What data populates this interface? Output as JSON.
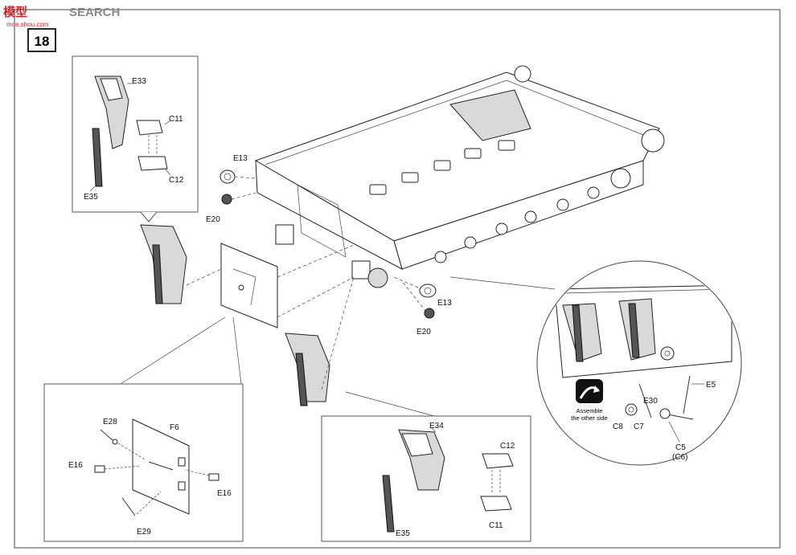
{
  "watermark": {
    "brand_left": "模型",
    "brand_right": "SEARCH",
    "url": "moe.shou.com"
  },
  "step": {
    "number": "18"
  },
  "callouts": {
    "assemble_line1": "Assemble",
    "assemble_line2": "the other side"
  },
  "labels": {
    "tl_E33": "E33",
    "tl_C11": "C11",
    "tl_C12": "C12",
    "tl_E35": "E35",
    "main_E13_top": "E13",
    "main_E20_top": "E20",
    "main_E13_bottom": "E13",
    "main_E20_bottom": "E20",
    "bl_E28": "E28",
    "bl_F6": "F6",
    "bl_E16_left": "E16",
    "bl_E16_right": "E16",
    "bl_E29": "E29",
    "bm_E34": "E34",
    "bm_C12": "C12",
    "bm_C11": "C11",
    "bm_E35": "E35",
    "circle_E5": "E5",
    "circle_E30": "E30",
    "circle_C8": "C8",
    "circle_C7": "C7",
    "circle_C5": "C5",
    "circle_C6": "(C6)"
  },
  "colors": {
    "watermark_red": "#d0242a",
    "watermark_gray": "#8a8a8a",
    "line": "#333333"
  }
}
